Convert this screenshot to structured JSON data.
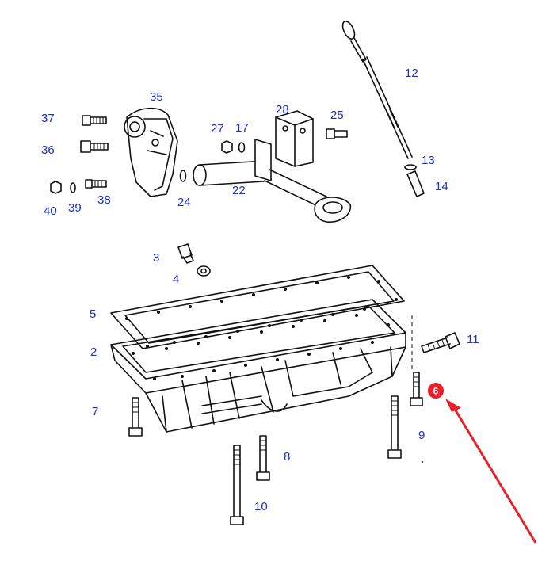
{
  "diagram": {
    "part_labels": [
      "37",
      "36",
      "40",
      "39",
      "38",
      "35",
      "24",
      "27",
      "17",
      "28",
      "25",
      "22",
      "12",
      "13",
      "14",
      "3",
      "4",
      "5",
      "2",
      "11",
      "7",
      "9",
      "8",
      "10"
    ],
    "highlight": {
      "label": "6",
      "color": "#e8202a"
    },
    "arrow_color": "#e8202a",
    "label_color": "#1a2ecc"
  }
}
